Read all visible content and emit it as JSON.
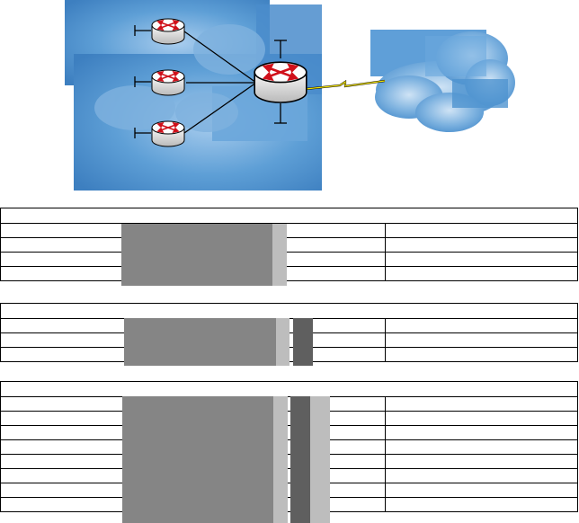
{
  "diagram": {
    "nodes": [
      {
        "icon": "router-icon",
        "role": "branch-router-1"
      },
      {
        "icon": "router-icon",
        "role": "branch-router-2"
      },
      {
        "icon": "router-icon",
        "role": "branch-router-3"
      },
      {
        "icon": "router-icon",
        "role": "core-router"
      },
      {
        "icon": "cloud-icon",
        "role": "wan-cloud"
      }
    ],
    "links": [
      {
        "from": "branch-router-1",
        "to": "core-router"
      },
      {
        "from": "branch-router-2",
        "to": "core-router"
      },
      {
        "from": "branch-router-3",
        "to": "core-router"
      },
      {
        "from": "core-router",
        "to": "wan-cloud",
        "style": "serial-lightning"
      }
    ],
    "colors": {
      "background_blue": "#3f8ccc",
      "cloud_blue": "#5a9fd6",
      "router_red": "#d0101a",
      "serial_link": "#f2e200"
    }
  },
  "tables": [
    {
      "header": "",
      "rows": [
        [
          "",
          "",
          ""
        ],
        [
          "",
          "",
          ""
        ],
        [
          "",
          "",
          ""
        ],
        [
          "",
          "",
          ""
        ]
      ]
    },
    {
      "header": "",
      "rows": [
        [
          "",
          "",
          ""
        ],
        [
          "",
          "",
          ""
        ],
        [
          "",
          "",
          ""
        ]
      ]
    },
    {
      "header": "",
      "rows": [
        [
          "",
          "",
          ""
        ],
        [
          "",
          "",
          ""
        ],
        [
          "",
          "",
          ""
        ],
        [
          "",
          "",
          ""
        ],
        [
          "",
          "",
          ""
        ],
        [
          "",
          "",
          ""
        ],
        [
          "",
          "",
          ""
        ],
        [
          "",
          "",
          ""
        ]
      ]
    }
  ]
}
